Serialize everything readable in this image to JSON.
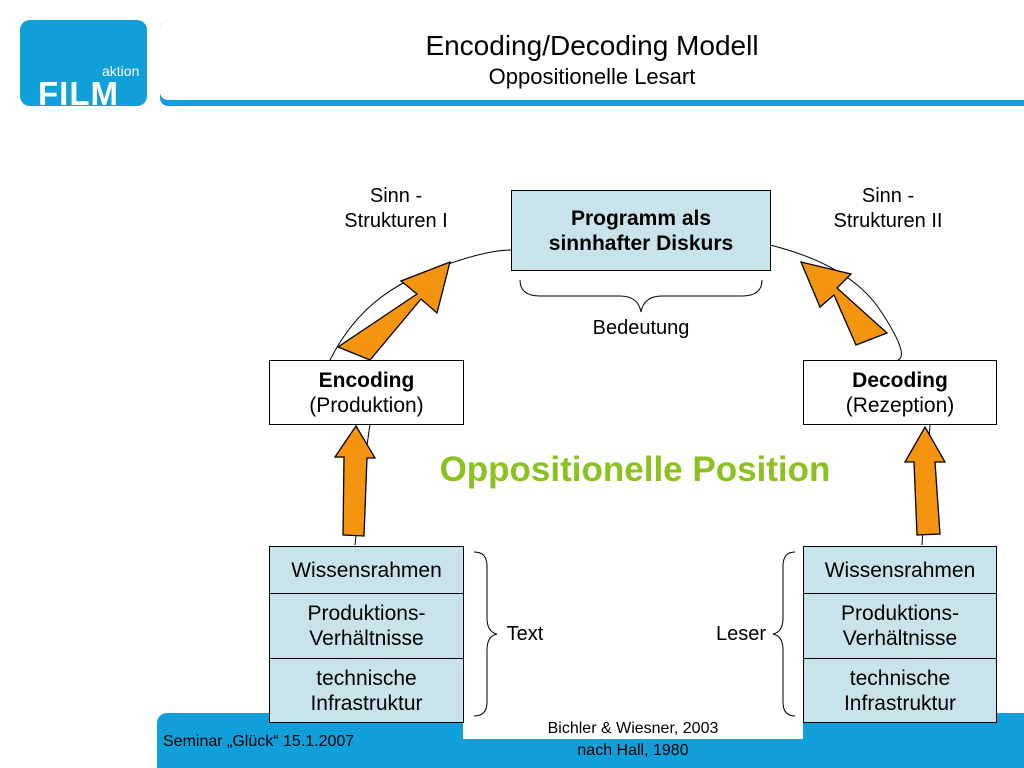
{
  "logo": {
    "top_text": "aktion",
    "main_text": "FILM"
  },
  "header": {
    "title": "Encoding/Decoding Modell",
    "subtitle": "Oppositionelle Lesart"
  },
  "diagram": {
    "center_box": {
      "line1": "Programm als",
      "line2": "sinnhafter Diskurs"
    },
    "meaning_label": "Bedeutung",
    "left_top_label": {
      "line1": "Sinn -",
      "line2": "Strukturen I"
    },
    "right_top_label": {
      "line1": "Sinn -",
      "line2": "Strukturen II"
    },
    "encoding_box": {
      "title": "Encoding",
      "subtitle": "(Produktion)"
    },
    "decoding_box": {
      "title": "Decoding",
      "subtitle": "(Rezeption)"
    },
    "position_label": "Oppositionelle Position",
    "left_stack": {
      "items": [
        {
          "line1": "Wissensrahmen",
          "line2": ""
        },
        {
          "line1": "Produktions-",
          "line2": "Verhältnisse"
        },
        {
          "line1": "technische",
          "line2": "Infrastruktur"
        }
      ],
      "brace_label": "Text"
    },
    "right_stack": {
      "items": [
        {
          "line1": "Wissensrahmen",
          "line2": ""
        },
        {
          "line1": "Produktions-",
          "line2": "Verhältnisse"
        },
        {
          "line1": "technische",
          "line2": "Infrastruktur"
        }
      ],
      "brace_label": "Leser"
    },
    "colors": {
      "arrow_fill": "#f5950f",
      "box_fill": "#c8e4ea",
      "position_text": "#8cc21f",
      "brand_blue": "#119fd9"
    }
  },
  "footer": {
    "date_text": "Seminar „Glück“ 15.1.2007",
    "citation_line1": "Bichler & Wiesner, 2003",
    "citation_line2": "nach Hall, 1980"
  }
}
